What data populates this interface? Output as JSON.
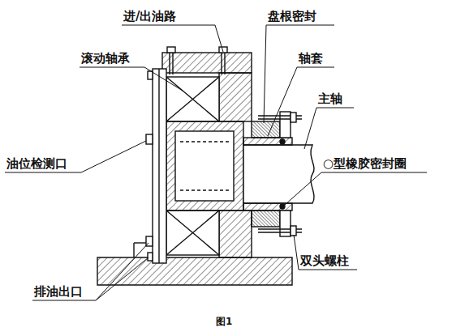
{
  "diagram": {
    "caption": "图1",
    "labels": [
      "进/出油路",
      "盘根密封",
      "滚动轴承",
      "轴套",
      "主轴",
      "○型橡胶密封圈",
      "油位检测口",
      "双头螺柱",
      "排油出口"
    ]
  }
}
